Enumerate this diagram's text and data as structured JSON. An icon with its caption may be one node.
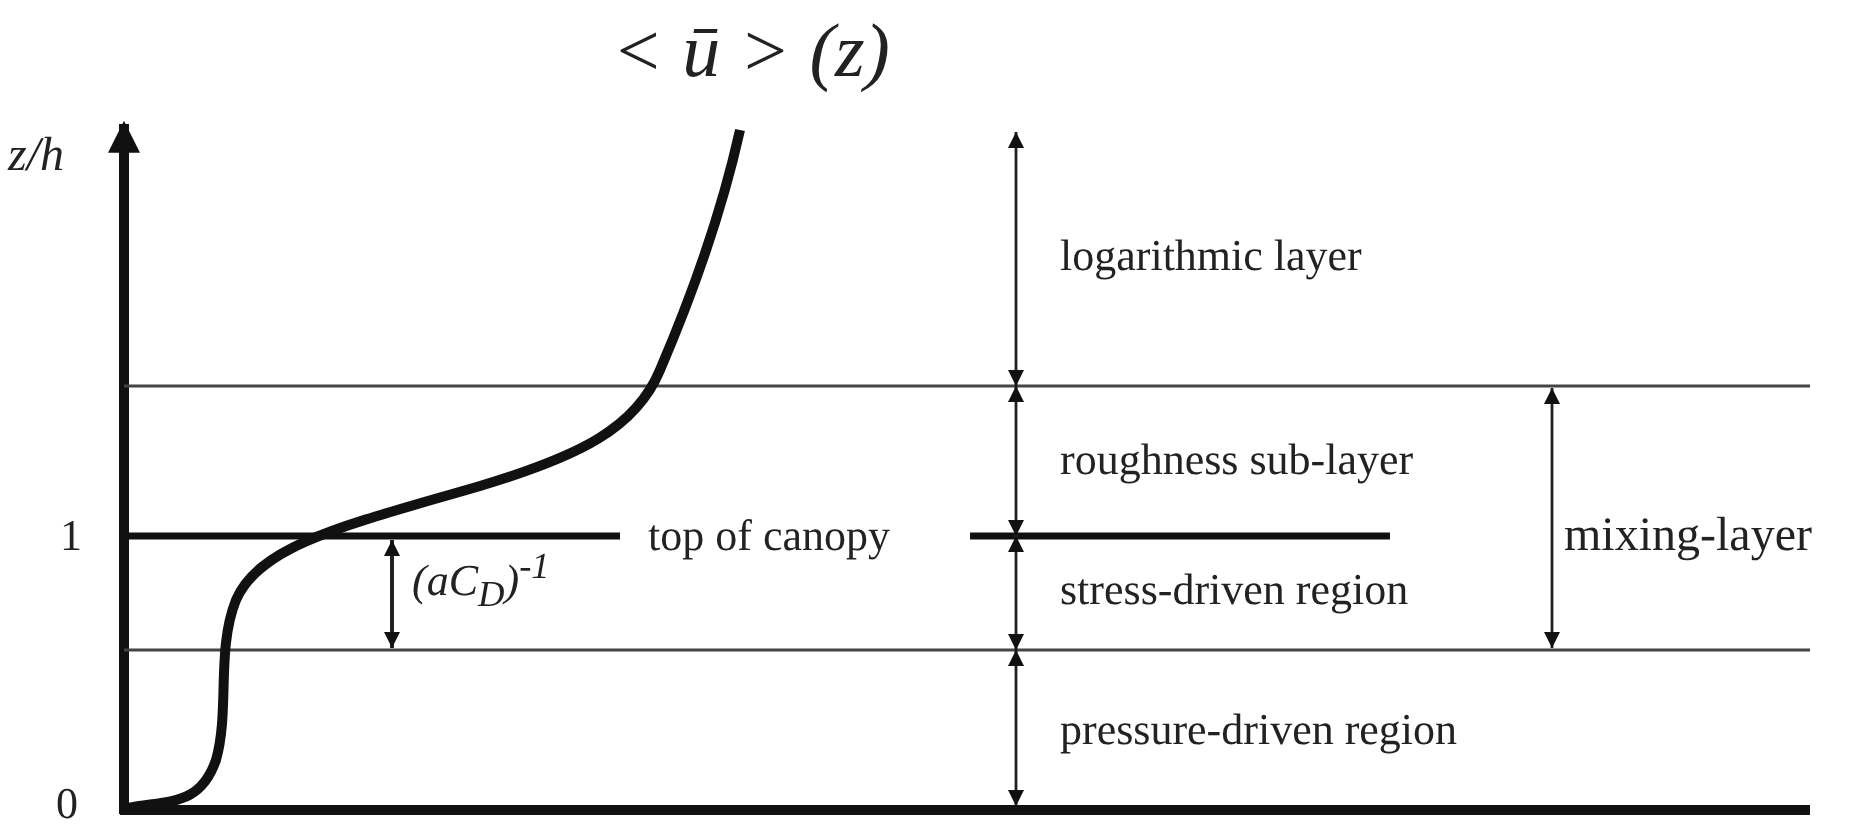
{
  "diagram": {
    "labels": [
      "< ū > (z)",
      "z/h",
      "logarithmic layer",
      "roughness sub-layer",
      "1",
      "top of canopy",
      "mixing-layer",
      "(aC$_{D}$)$^{-1}$",
      "stress-driven region",
      "pressure-driven region",
      "0"
    ]
  }
}
